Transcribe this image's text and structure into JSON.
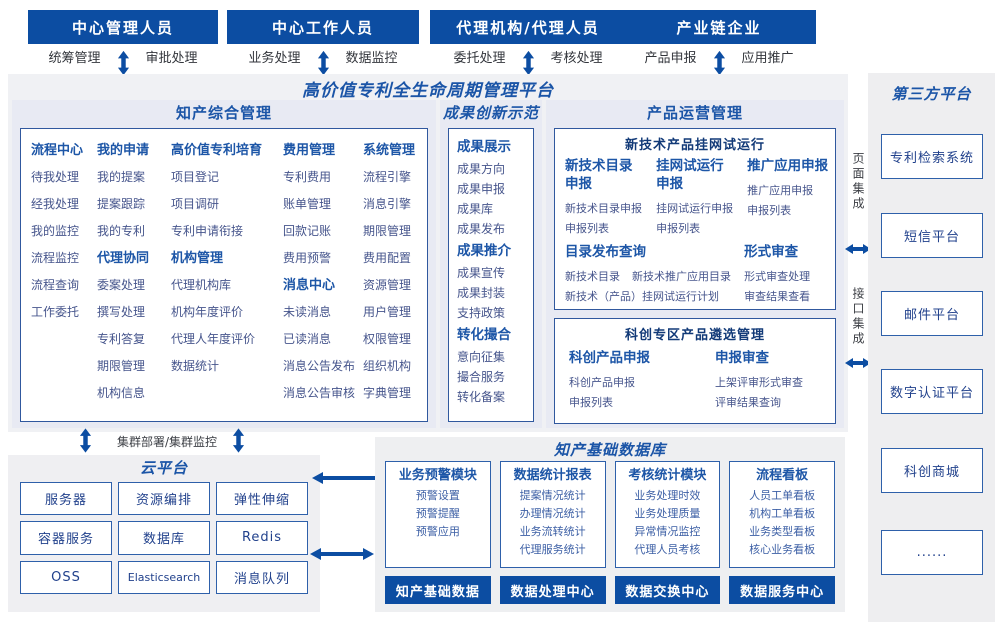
{
  "actors": [
    {
      "title": "中心管理人员",
      "left_label": "统筹管理",
      "right_label": "审批处理"
    },
    {
      "title": "中心工作人员",
      "left_label": "业务处理",
      "right_label": "数据监控"
    },
    {
      "title": "代理机构/代理人员",
      "left_label": "委托处理",
      "right_label": "考核处理"
    },
    {
      "title": "产业链企业",
      "left_label": "产品申报",
      "right_label": "应用推广"
    }
  ],
  "platform": {
    "title": "高价值专利全生命周期管理平台"
  },
  "ip_mgmt": {
    "title": "知产综合管理",
    "columns": [
      {
        "g1h": "流程中心",
        "g1": [
          "待我处理",
          "经我处理",
          "我的监控",
          "流程监控",
          "流程查询",
          "工作委托"
        ]
      },
      {
        "g1h": "我的申请",
        "g1": [
          "我的提案",
          "提案跟踪",
          "我的专利"
        ],
        "g2h": "代理协同",
        "g2": [
          "委案处理",
          "撰写处理",
          "专利答复",
          "期限管理",
          "机构信息"
        ]
      },
      {
        "g1h": "高价值专利培育",
        "g1": [
          "项目登记",
          "项目调研",
          "专利申请衔接"
        ],
        "g2h": "机构管理",
        "g2": [
          "代理机构库",
          "机构年度评价",
          "代理人年度评价",
          "数据统计"
        ]
      },
      {
        "g1h": "费用管理",
        "g1": [
          "专利费用",
          "账单管理",
          "回款记账",
          "费用预警"
        ],
        "g2h": "消息中心",
        "g2": [
          "未读消息",
          "已读消息",
          "消息公告发布",
          "消息公告审核"
        ]
      },
      {
        "g1h": "系统管理",
        "g1": [
          "流程引擎",
          "消息引擎",
          "期限管理",
          "费用配置",
          "资源管理",
          "用户管理",
          "权限管理",
          "组织机构",
          "字典管理"
        ]
      }
    ]
  },
  "innovation": {
    "title": "成果创新示范",
    "groups": [
      {
        "h": "成果展示",
        "items": [
          "成果方向",
          "成果申报",
          "成果库",
          "成果发布"
        ]
      },
      {
        "h": "成果推介",
        "items": [
          "成果宣传",
          "成果封装",
          "支持政策"
        ]
      },
      {
        "h": "转化撮合",
        "items": [
          "意向征集",
          "撮合服务",
          "转化备案"
        ]
      }
    ]
  },
  "product": {
    "title": "产品运营管理",
    "trial": {
      "title": "新技术产品挂网试运行",
      "cols": [
        {
          "h": "新技术目录申报",
          "items": [
            "新技术目录申报",
            "申报列表"
          ]
        },
        {
          "h": "挂网试运行申报",
          "items": [
            "挂网试运行申报",
            "申报列表"
          ]
        },
        {
          "h": "推广应用申报",
          "items": [
            "推广应用申报",
            "申报列表"
          ]
        }
      ],
      "catalog": {
        "h": "目录发布查询",
        "line1a": "新技术目录",
        "line1b": "新技术推广应用目录",
        "line2": "新技术（产品）挂网试运行计划"
      },
      "review": {
        "h": "形式审查",
        "items": [
          "形式审查处理",
          "审查结果查看"
        ]
      }
    },
    "selection": {
      "title": "科创专区产品遴选管理",
      "cols": [
        {
          "h": "科创产品申报",
          "items": [
            "科创产品申报",
            "申报列表"
          ]
        },
        {
          "h": "申报审查",
          "items": [
            "上架评审形式审查",
            "评审结果查询"
          ]
        }
      ]
    }
  },
  "cluster_label": "集群部署/集群监控",
  "cloud": {
    "title": "云平台",
    "cells": [
      "服务器",
      "资源编排",
      "弹性伸缩",
      "容器服务",
      "数据库",
      "Redis",
      "OSS",
      "Elasticsearch",
      "消息队列"
    ]
  },
  "database": {
    "title": "知产基础数据库",
    "modules": [
      {
        "h": "业务预警模块",
        "items": [
          "预警设置",
          "预警提醒",
          "预警应用"
        ],
        "bar": "知产基础数据"
      },
      {
        "h": "数据统计报表",
        "items": [
          "提案情况统计",
          "办理情况统计",
          "业务流转统计",
          "代理服务统计"
        ],
        "bar": "数据处理中心"
      },
      {
        "h": "考核统计模块",
        "items": [
          "业务处理时效",
          "业务处理质量",
          "异常情况监控",
          "代理人员考核"
        ],
        "bar": "数据交换中心"
      },
      {
        "h": "流程看板",
        "items": [
          "人员工单看板",
          "机构工单看板",
          "业务类型看板",
          "核心业务看板"
        ],
        "bar": "数据服务中心"
      }
    ]
  },
  "integration": {
    "page_label": "页面集成",
    "api_label": "接口集成"
  },
  "third_party": {
    "title": "第三方平台",
    "systems": [
      "专利检索系统",
      "短信平台",
      "邮件平台",
      "数字认证平台",
      "科创商城",
      "......"
    ]
  },
  "colors": {
    "primary": "#0c4da2",
    "title_blue": "#1b55a7",
    "item_text": "#46558c",
    "panel_bg": "#e8eaf3"
  }
}
